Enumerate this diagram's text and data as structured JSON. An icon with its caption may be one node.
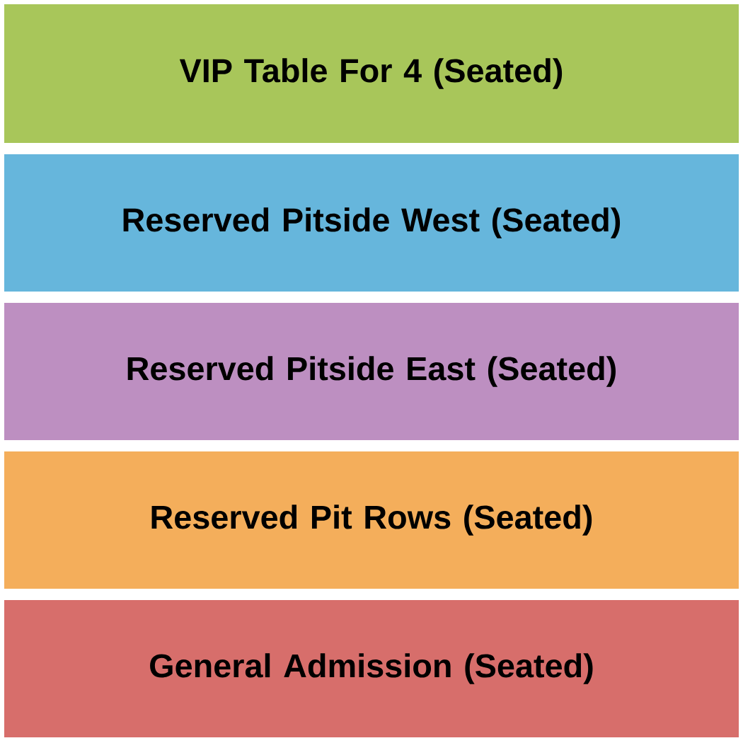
{
  "diagram": {
    "nodes": [
      {
        "text": [
          "VIP Table For 4 (Seated)"
        ]
      },
      {
        "text": [
          "Reserved Pitside West (Seated)"
        ]
      },
      {
        "text": [
          "Reserved Pitside East (Seated)"
        ]
      },
      {
        "text": [
          "Reserved Pit Rows (Seated)"
        ]
      },
      {
        "text": [
          "General Admission (Seated)"
        ]
      }
    ]
  }
}
